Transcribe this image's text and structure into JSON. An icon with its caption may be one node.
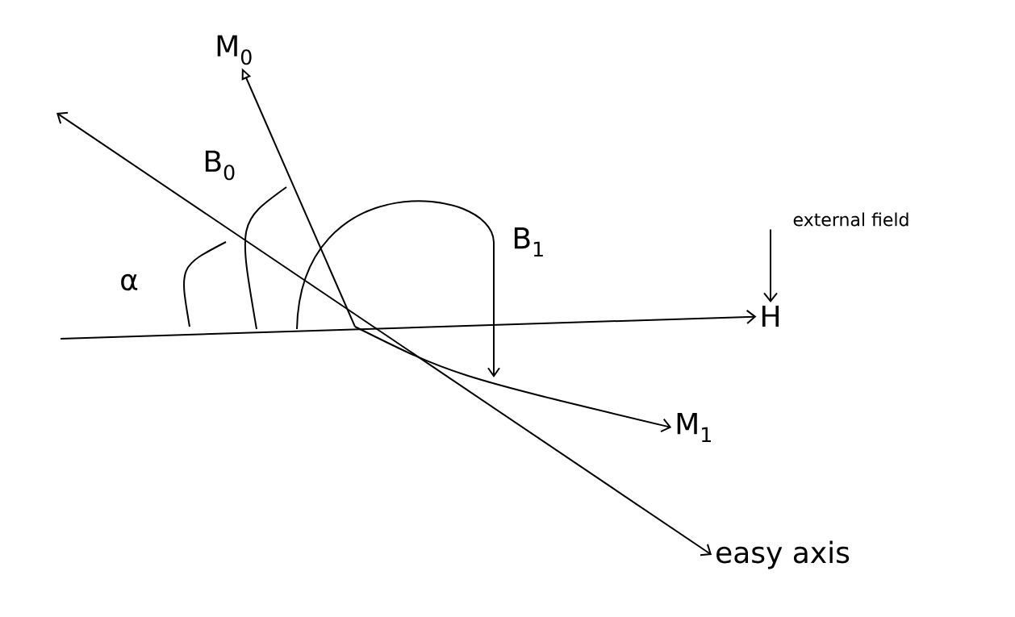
{
  "diagram": {
    "nodes": [
      {
        "text": [
          "M$_{0}$"
        ]
      },
      {
        "text": [
          "H"
        ]
      },
      {
        "text": [
          "external field"
        ]
      },
      {
        "text": [
          "M$_{1}$"
        ]
      },
      {
        "text": [
          "easy axis"
        ]
      }
    ],
    "edges": [
      {
        "from": null,
        "to": 0,
        "arrow": "to"
      },
      {
        "from": null,
        "to": 1,
        "arrow": "to"
      },
      {
        "from": 2,
        "to": 1,
        "arrow": "to"
      },
      {
        "from": null,
        "to": 3,
        "arrow": "to"
      },
      {
        "from": null,
        "to": 4,
        "arrow": "both"
      }
    ],
    "labels": [
      "α",
      "B$_{0}$",
      "B$_{1}$"
    ]
  }
}
